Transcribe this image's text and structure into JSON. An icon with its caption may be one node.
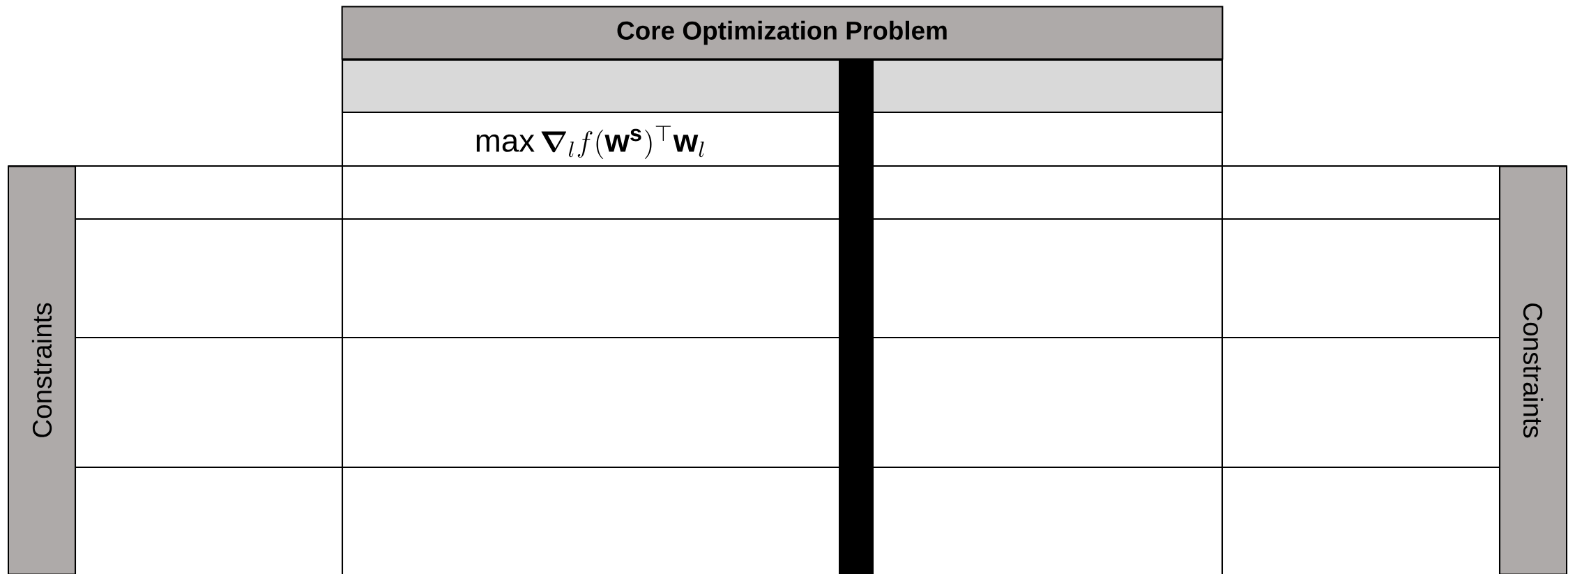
{
  "diagram": {
    "nodes": [
      {
        "text": [
          "Core Optimization Problem"
        ]
      },
      {
        "text": [
          "Constraints"
        ]
      },
      {
        "text": [
          "Constraints"
        ]
      },
      {
        "text": [],
        "shape": "bar"
      }
    ],
    "labels": [
      "\\max \\boldsymbol{\\nabla}_l f(\\mathbf{w}^{\\mathbf{s}})^\\top \\mathbf{w}_l"
    ]
  }
}
